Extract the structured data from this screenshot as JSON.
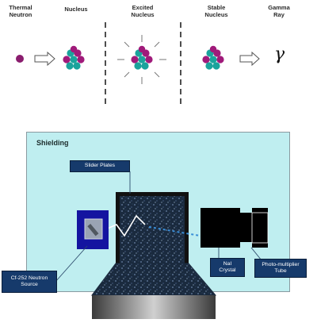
{
  "stages": [
    {
      "label": "Thermal\nNeutron"
    },
    {
      "label": "Nucleus"
    },
    {
      "label": "Excited\nNucleus"
    },
    {
      "label": "Stable\nNucleus"
    },
    {
      "label": "Gamma\nRay"
    }
  ],
  "gamma_symbol": "γ",
  "shielding": {
    "title": "Shielding",
    "labels": {
      "slider_plates": "Slider Plates",
      "source": "Cf-252 Neutron\nSource",
      "crystal": "NaI\nCrystal",
      "pmt": "Photo-multiplier\nTube"
    }
  },
  "colors": {
    "neutron": "#8a1d6e",
    "proton": "#a01a7a",
    "neutron_teal": "#1aa39c",
    "shield_bg": "#bfeef0",
    "label_bg": "#163a6b",
    "source_box": "#1414a0"
  }
}
